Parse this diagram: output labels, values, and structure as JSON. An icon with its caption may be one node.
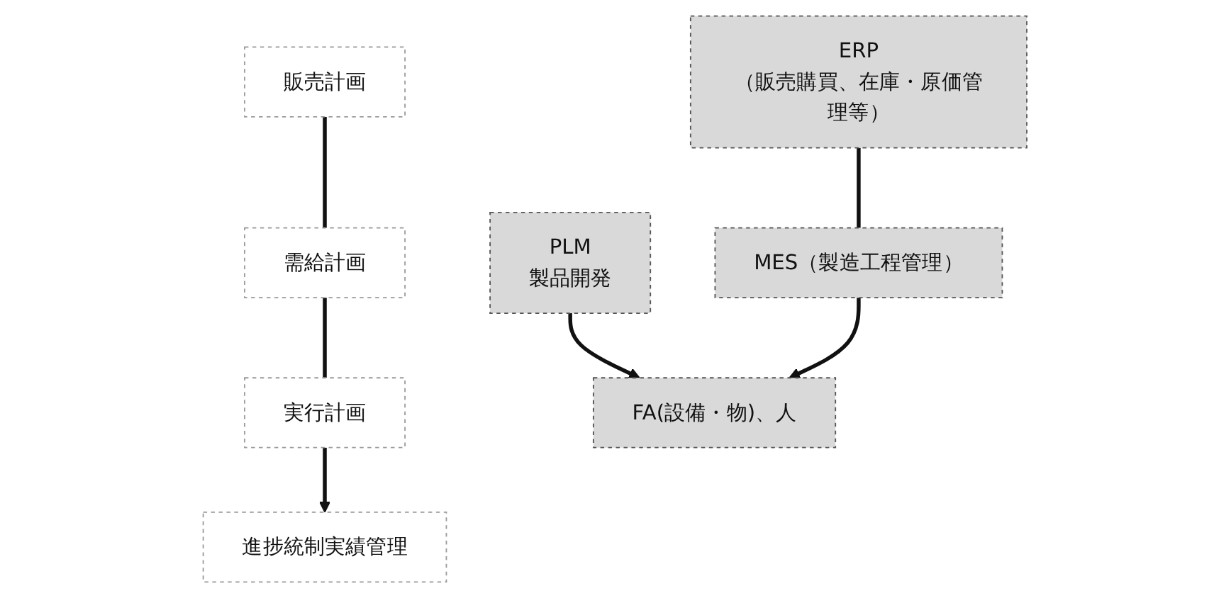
{
  "diagram": {
    "nodes": [
      {
        "text": [
          "販売計画"
        ]
      },
      {
        "text": [
          "需給計画"
        ]
      },
      {
        "text": [
          "実行計画"
        ]
      },
      {
        "text": [
          "進捗統制実績管理"
        ]
      },
      {
        "text": [
          "PLM",
          "製品開発"
        ]
      },
      {
        "text": [
          "ERP",
          "（販売購買、在庫・原価管理等）"
        ]
      },
      {
        "text": [
          "MES（製造工程管理）"
        ]
      },
      {
        "text": [
          "FA(設備・物)、人"
        ]
      }
    ],
    "edges": [
      {
        "from": 0,
        "to": 1,
        "arrow": "none"
      },
      {
        "from": 1,
        "to": 2,
        "arrow": "none"
      },
      {
        "from": 2,
        "to": 3,
        "arrow": "to"
      },
      {
        "from": 5,
        "to": 6,
        "arrow": "none"
      },
      {
        "from": 4,
        "to": 7,
        "arrow": "to"
      },
      {
        "from": 6,
        "to": 7,
        "arrow": "to"
      }
    ]
  }
}
